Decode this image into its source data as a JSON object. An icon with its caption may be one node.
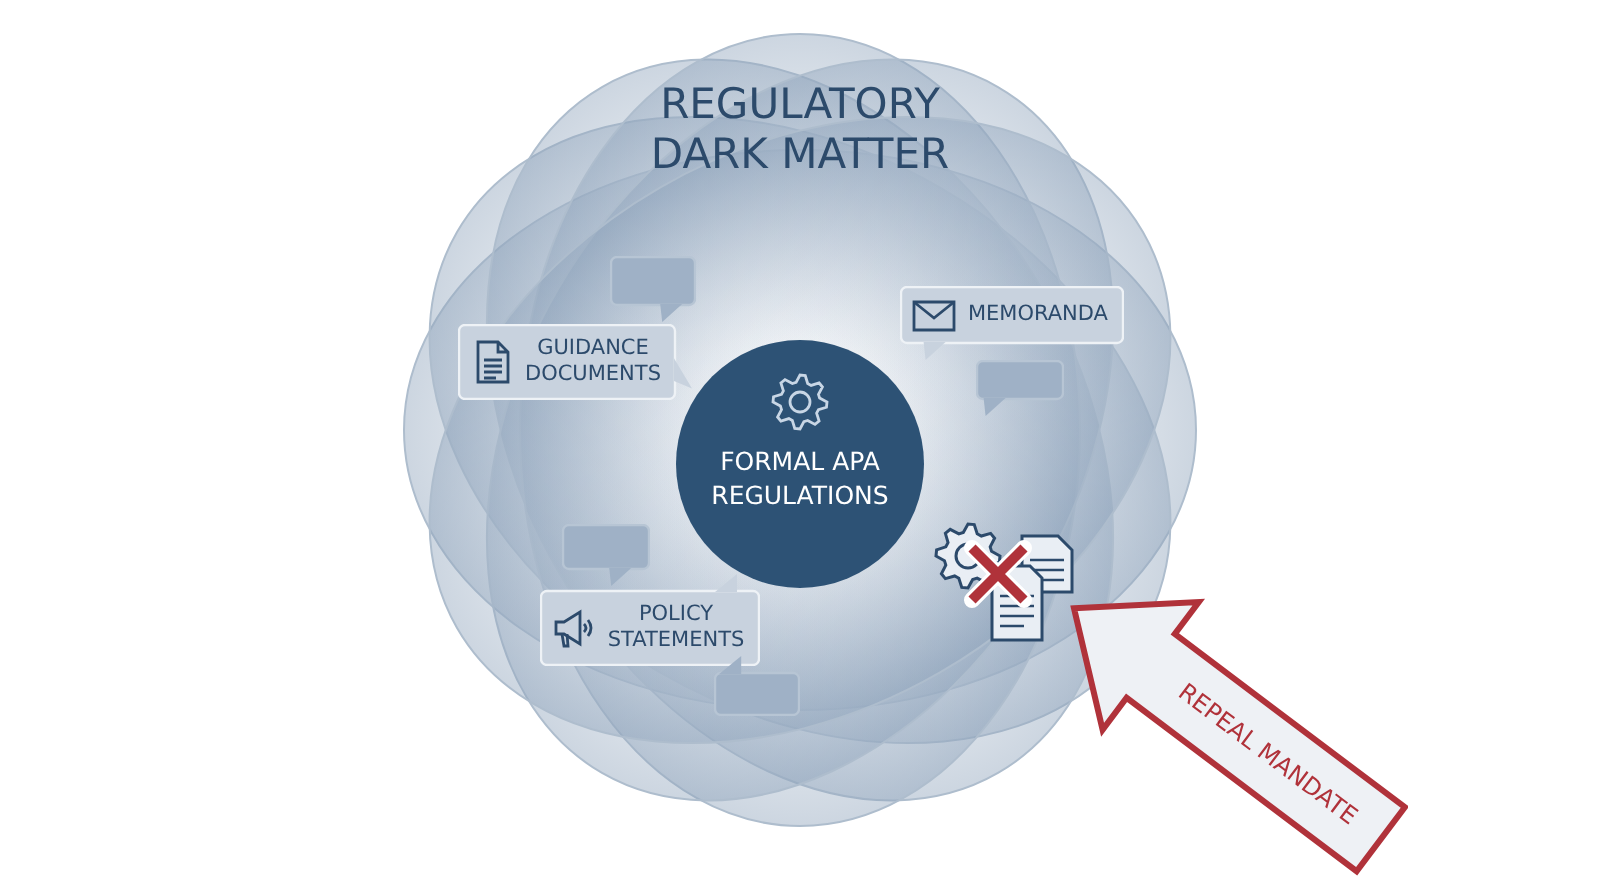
{
  "diagram": {
    "nodes": [
      {
        "text": [
          "REGULATORY DARK MATTER"
        ]
      },
      {
        "text": [],
        "shape": "box",
        "in": 0
      },
      {
        "text": [
          "MEMORANDA"
        ],
        "in": 0
      },
      {
        "text": [
          "GUIDANCE DOCUMENTS"
        ],
        "in": 0
      },
      {
        "text": [],
        "shape": "box",
        "in": 0
      },
      {
        "text": [
          "FORMAL APA REGULATIONS"
        ],
        "in": 0
      },
      {
        "text": [],
        "shape": "box",
        "in": 0
      },
      {
        "text": [],
        "shape": "picture",
        "in": 0
      },
      {
        "text": [
          "POLICY STATEMENTS"
        ],
        "in": 0
      },
      {
        "text": [],
        "shape": "box",
        "in": 0
      },
      {
        "text": [
          "REPEAL MANDATE"
        ]
      }
    ]
  }
}
